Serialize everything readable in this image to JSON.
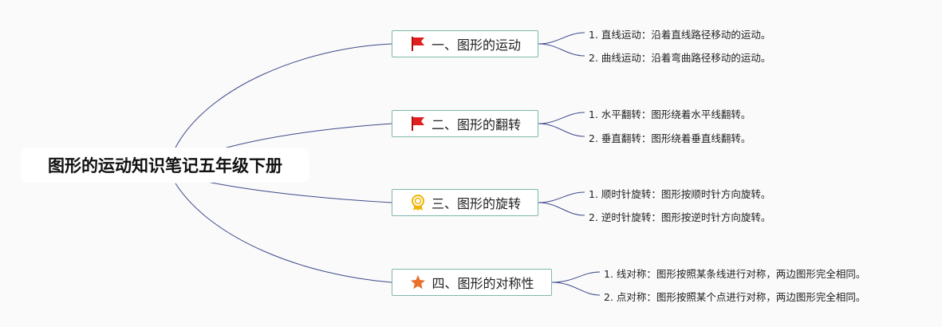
{
  "root": {
    "title": "图形的运动知识笔记五年级下册"
  },
  "colors": {
    "line": "#3d4a8a",
    "box_border": "#7fb8aa",
    "flag": "#e02020",
    "medal": "#f0b400",
    "star": "#e8702a"
  },
  "branches": [
    {
      "label": "一、图形的运动",
      "icon": "red-flag-icon",
      "items": [
        "1. 直线运动：沿着直线路径移动的运动。",
        "2. 曲线运动：沿着弯曲路径移动的运动。"
      ]
    },
    {
      "label": "二、图形的翻转",
      "icon": "red-flag-icon",
      "items": [
        "1. 水平翻转：图形绕着水平线翻转。",
        "2. 垂直翻转：图形绕着垂直线翻转。"
      ]
    },
    {
      "label": "三、图形的旋转",
      "icon": "medal-icon",
      "items": [
        "1. 顺时针旋转：图形按顺时针方向旋转。",
        "2. 逆时针旋转：图形按逆时针方向旋转。"
      ]
    },
    {
      "label": "四、图形的对称性",
      "icon": "star-icon",
      "items": [
        "1. 线对称：图形按照某条线进行对称，两边图形完全相同。",
        "2. 点对称：图形按照某个点进行对称，两边图形完全相同。"
      ]
    }
  ]
}
